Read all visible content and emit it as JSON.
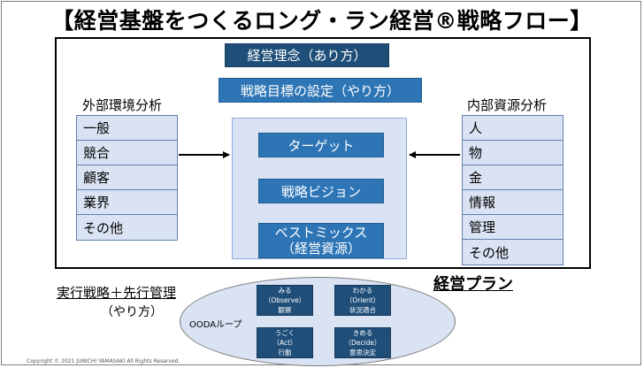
{
  "title": "【経営基盤をつくるロング・ラン経営®戦略フロー】",
  "top": {
    "philosophy": "経営理念（あり方）",
    "goals": "戦略目標の設定（やり方）"
  },
  "center": {
    "target": "ターゲット",
    "vision": "戦略ビジョン",
    "bestmix_line1": "ベストミックス",
    "bestmix_line2": "（経営資源）"
  },
  "external": {
    "heading": "外部環境分析",
    "items": [
      "一般",
      "競合",
      "顧客",
      "業界",
      "その他"
    ]
  },
  "internal": {
    "heading": "内部資源分析",
    "items": [
      "人",
      "物",
      "金",
      "情報",
      "管理",
      "その他"
    ]
  },
  "plan_label": "経営プラン",
  "execution": {
    "label": "実行戦略＋先行管理",
    "sub": "（やり方）"
  },
  "ooda": {
    "label": "OODAループ",
    "observe": {
      "line1": "みる",
      "line2": "（Observe）",
      "line3": "観察"
    },
    "orient": {
      "line1": "わかる",
      "line2": "（Orient）",
      "line3": "状況適合"
    },
    "decide": {
      "line1": "きめる",
      "line2": "（Decide）",
      "line3": "意思決定"
    },
    "act": {
      "line1": "うごく",
      "line2": "（Act）",
      "line3": "行動"
    }
  },
  "copyright": "Copyright © 2021 JUNICHI YAMASAKI All Rights Reserved.",
  "colors": {
    "dark_box": "#1f4e79",
    "blue_box": "#2e75b6",
    "panel_fill": "#dae3f3"
  }
}
